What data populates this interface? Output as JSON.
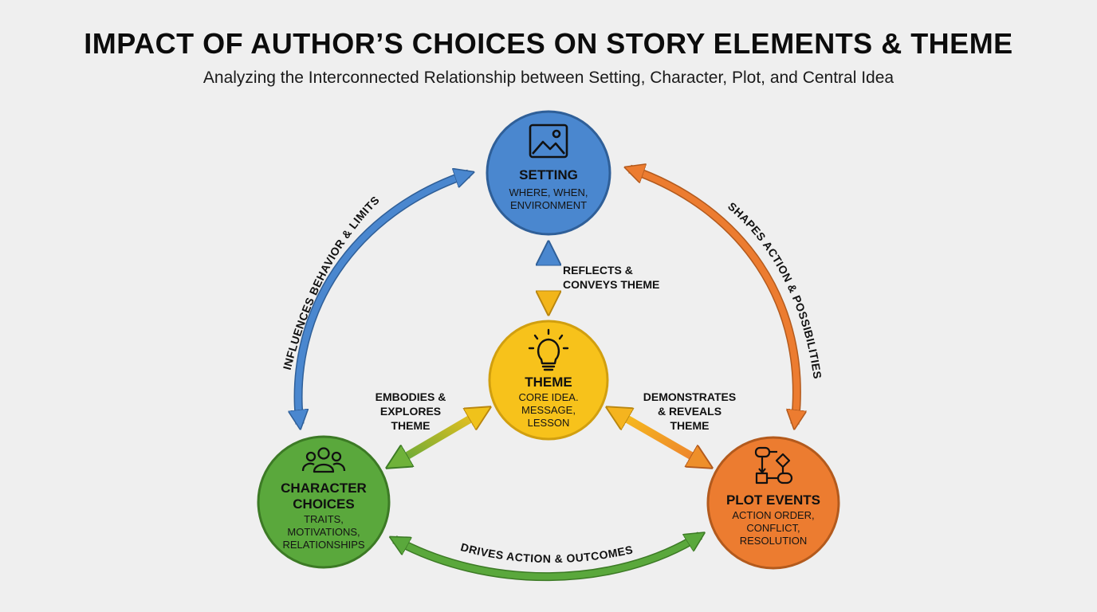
{
  "title": "IMPACT OF AUTHOR’S CHOICES ON STORY ELEMENTS & THEME",
  "subtitle": "Analyzing the Interconnected Relationship between Setting, Character, Plot, and Central Idea",
  "colors": {
    "setting": "#4a87cf",
    "theme": "#f7c21b",
    "character": "#5aa83c",
    "plot": "#ec7c30",
    "background": "#efefef"
  },
  "nodes": {
    "setting": {
      "icon": "image-icon",
      "title": "SETTING",
      "desc": [
        "WHERE, WHEN,",
        "ENVIRONMENT"
      ]
    },
    "theme": {
      "icon": "lightbulb-icon",
      "title": "THEME",
      "desc": [
        "CORE IDEA.",
        "MESSAGE,",
        "LESSON"
      ]
    },
    "character": {
      "icon": "people-icon",
      "title": [
        "CHARACTER",
        "CHOICES"
      ],
      "desc": [
        "TRAITS,",
        "MOTIVATIONS,",
        "RELATIONSHIPS"
      ]
    },
    "plot": {
      "icon": "flowchart-icon",
      "title": "PLOT EVENTS",
      "desc": [
        "ACTION ORDER,",
        "CONFLICT,",
        "RESOLUTION"
      ]
    }
  },
  "connections": {
    "setting_character": "INFLUENCES BEHAVIOR & LIMITS",
    "setting_plot": "SHAPES ACTION & POSSIBILITIES",
    "setting_theme": [
      "REFLECTS &",
      "CONVEYS THEME"
    ],
    "character_theme": [
      "EMBODIES &",
      "EXPLORES",
      "THEME"
    ],
    "plot_theme": [
      "DEMONSTRATES",
      "& REVEALS",
      "THEME"
    ],
    "character_plot": "DRIVES ACTION & OUTCOMES"
  }
}
